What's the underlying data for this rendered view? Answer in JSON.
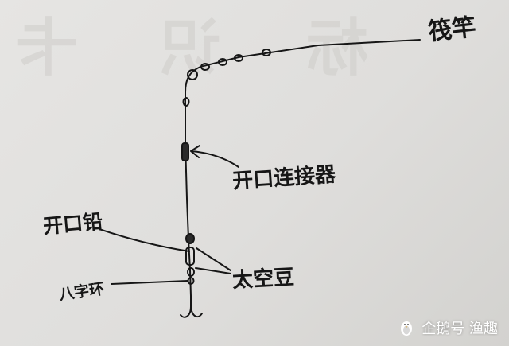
{
  "labels": {
    "rod": "筏竿",
    "snap_connector": "开口连接器",
    "open_bead": "开口铅",
    "bean_stopper": "太空豆",
    "swivel": "八字环"
  },
  "watermark": {
    "text": "企鹅号 渔趣",
    "icon": "penguin-icon"
  },
  "bleed_through": {
    "chars": [
      "标",
      "识",
      "卡"
    ]
  },
  "colors": {
    "ink": "#161616",
    "paper": "#e3e2e0"
  }
}
